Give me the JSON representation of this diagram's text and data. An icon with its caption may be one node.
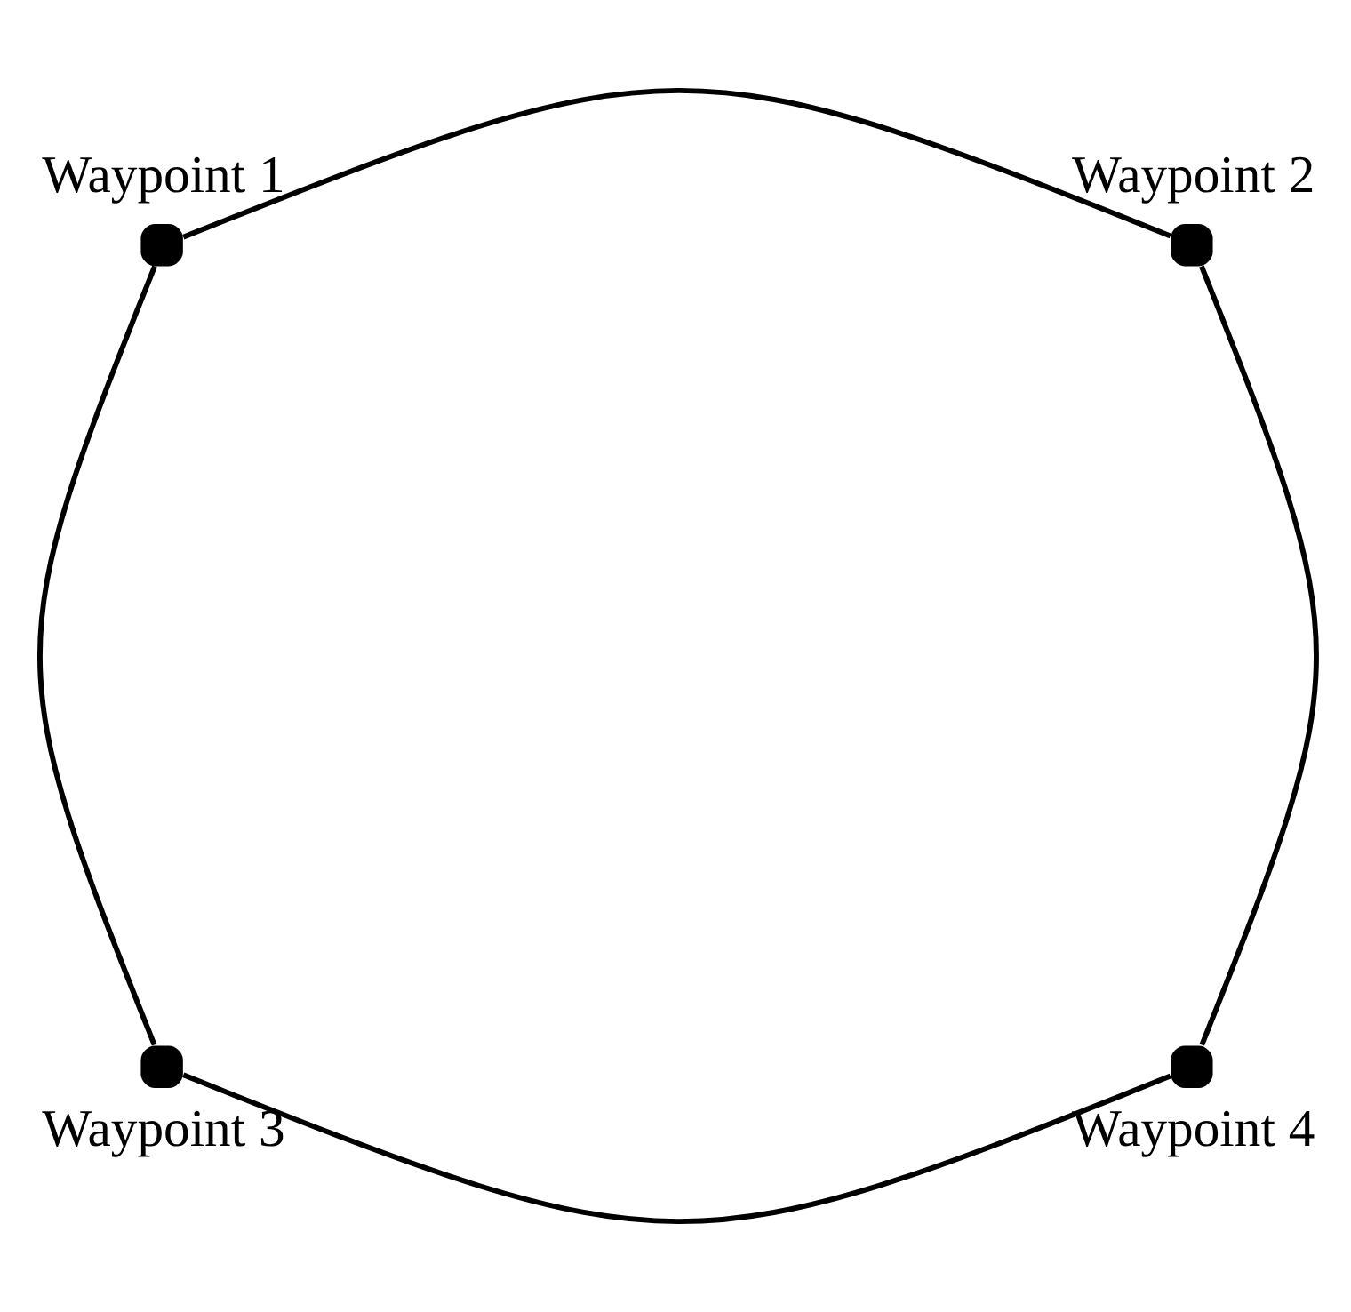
{
  "diagram": {
    "nodes": [
      {
        "text": [
          "Waypoint 1"
        ]
      },
      {
        "text": [
          "Waypoint 2"
        ]
      },
      {
        "text": [
          "Waypoint 3"
        ]
      },
      {
        "text": [
          "Waypoint 4"
        ]
      }
    ],
    "edges": [
      {
        "from": 0,
        "to": 1,
        "arrow": "none"
      },
      {
        "from": 0,
        "to": 2,
        "arrow": "none"
      },
      {
        "from": 1,
        "to": 3,
        "arrow": "none"
      },
      {
        "from": 2,
        "to": 3,
        "arrow": "none"
      }
    ]
  }
}
